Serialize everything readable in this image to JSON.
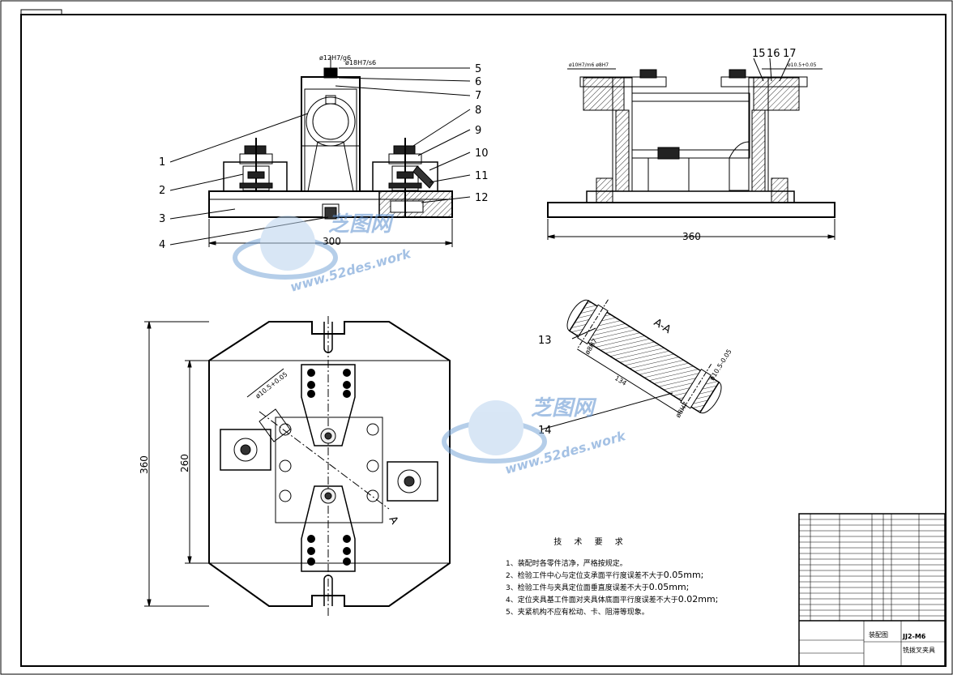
{
  "front_view": {
    "balloons": [
      "1",
      "2",
      "3",
      "4",
      "5",
      "6",
      "7",
      "8",
      "9",
      "10",
      "11",
      "12"
    ],
    "width_dim": "300",
    "fit_a": "ø12H7/g6",
    "fit_b": "ø18H7/s6"
  },
  "side_view": {
    "width_dim": "360",
    "balloons": [
      "15",
      "16",
      "17"
    ],
    "fit_left": "ø10H7/m6  ø8H7",
    "fit_right": "ø10.5+0.05"
  },
  "plan_view": {
    "height_outer": "360",
    "height_inner": "260",
    "hole_dim": "ø10.5+0.05",
    "section_mark": "A"
  },
  "section_aa": {
    "title": "A-A",
    "balloons": [
      "13",
      "14"
    ],
    "dim_left": "ø8H7",
    "dim_right": "ø10.5-0.05",
    "dim_len": "134",
    "dim_bottom": "ø8H7"
  },
  "tech_notes": {
    "title": "技 术 要 求",
    "items": [
      {
        "num": "1、",
        "text": "装配时各零件洁净，严格按规定。",
        "value": ""
      },
      {
        "num": "2、",
        "text": "检验工件中心与定位支承面平行度误差不大于",
        "value": "0.05mm;"
      },
      {
        "num": "3、",
        "text": "检验工件与夹具定位面垂直度误差不大于",
        "value": "0.05mm;"
      },
      {
        "num": "4、",
        "text": "定位夹具基工件面对夹具体底面平行度误差不大于",
        "value": "0.02mm;"
      },
      {
        "num": "5、",
        "text": "夹紧机构不应有松动、卡、阻滞等现象。",
        "value": ""
      }
    ]
  },
  "title_block": {
    "drawing_name": "装配图",
    "drawing_code": "JJ2-M6",
    "part_name": "铣拨叉夹具"
  },
  "watermark": {
    "brand": "芝图网",
    "site": "www.52des.work"
  }
}
